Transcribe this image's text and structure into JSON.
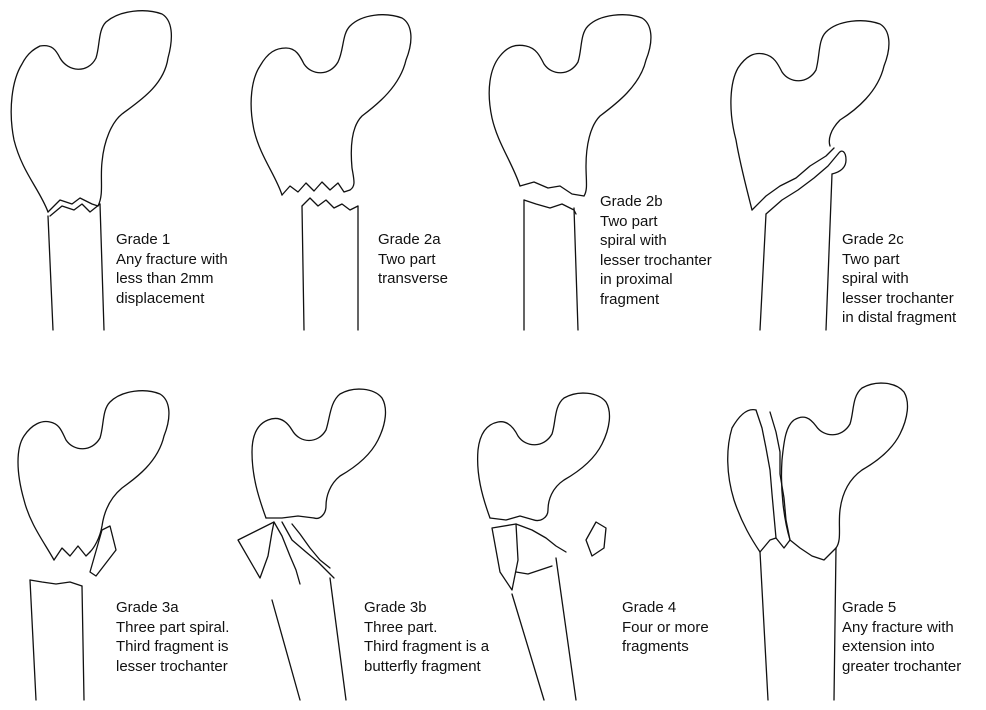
{
  "panels": [
    {
      "grade": "Grade 1",
      "lines": [
        "Any fracture with",
        "less than 2mm",
        "displacement"
      ]
    },
    {
      "grade": "Grade 2a",
      "lines": [
        "Two part",
        "transverse"
      ]
    },
    {
      "grade": "Grade 2b",
      "lines": [
        "Two part",
        "spiral with",
        "lesser trochanter",
        "in proximal",
        "fragment"
      ]
    },
    {
      "grade": "Grade 2c",
      "lines": [
        "Two part",
        "spiral with",
        "lesser trochanter",
        "in distal fragment"
      ]
    },
    {
      "grade": "Grade 3a",
      "lines": [
        "Three part spiral.",
        "Third fragment is",
        "lesser trochanter"
      ]
    },
    {
      "grade": "Grade 3b",
      "lines": [
        "Three part.",
        "Third fragment is a",
        "butterfly fragment"
      ]
    },
    {
      "grade": "Grade 4",
      "lines": [
        "Four or more",
        "fragments"
      ]
    },
    {
      "grade": "Grade 5",
      "lines": [
        "Any fracture with",
        "extension into",
        "greater trochanter"
      ]
    }
  ]
}
